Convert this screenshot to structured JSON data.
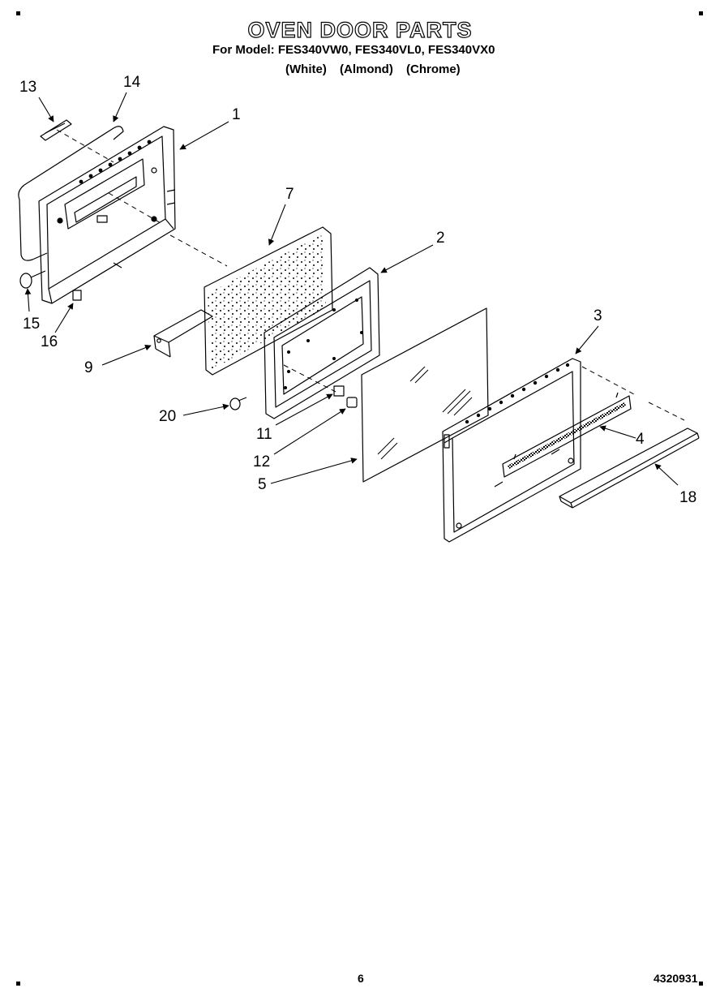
{
  "header": {
    "title": "OVEN DOOR PARTS",
    "models": "For Model: FES340VW0, FES340VL0, FES340VX0",
    "colors": [
      "(White)",
      "(Almond)",
      "(Chrome)"
    ]
  },
  "part_labels": [
    "13",
    "14",
    "1",
    "7",
    "2",
    "15",
    "16",
    "9",
    "3",
    "20",
    "11",
    "4",
    "12",
    "5",
    "18"
  ],
  "footer": {
    "page_number": "6",
    "document_number": "4320931"
  }
}
